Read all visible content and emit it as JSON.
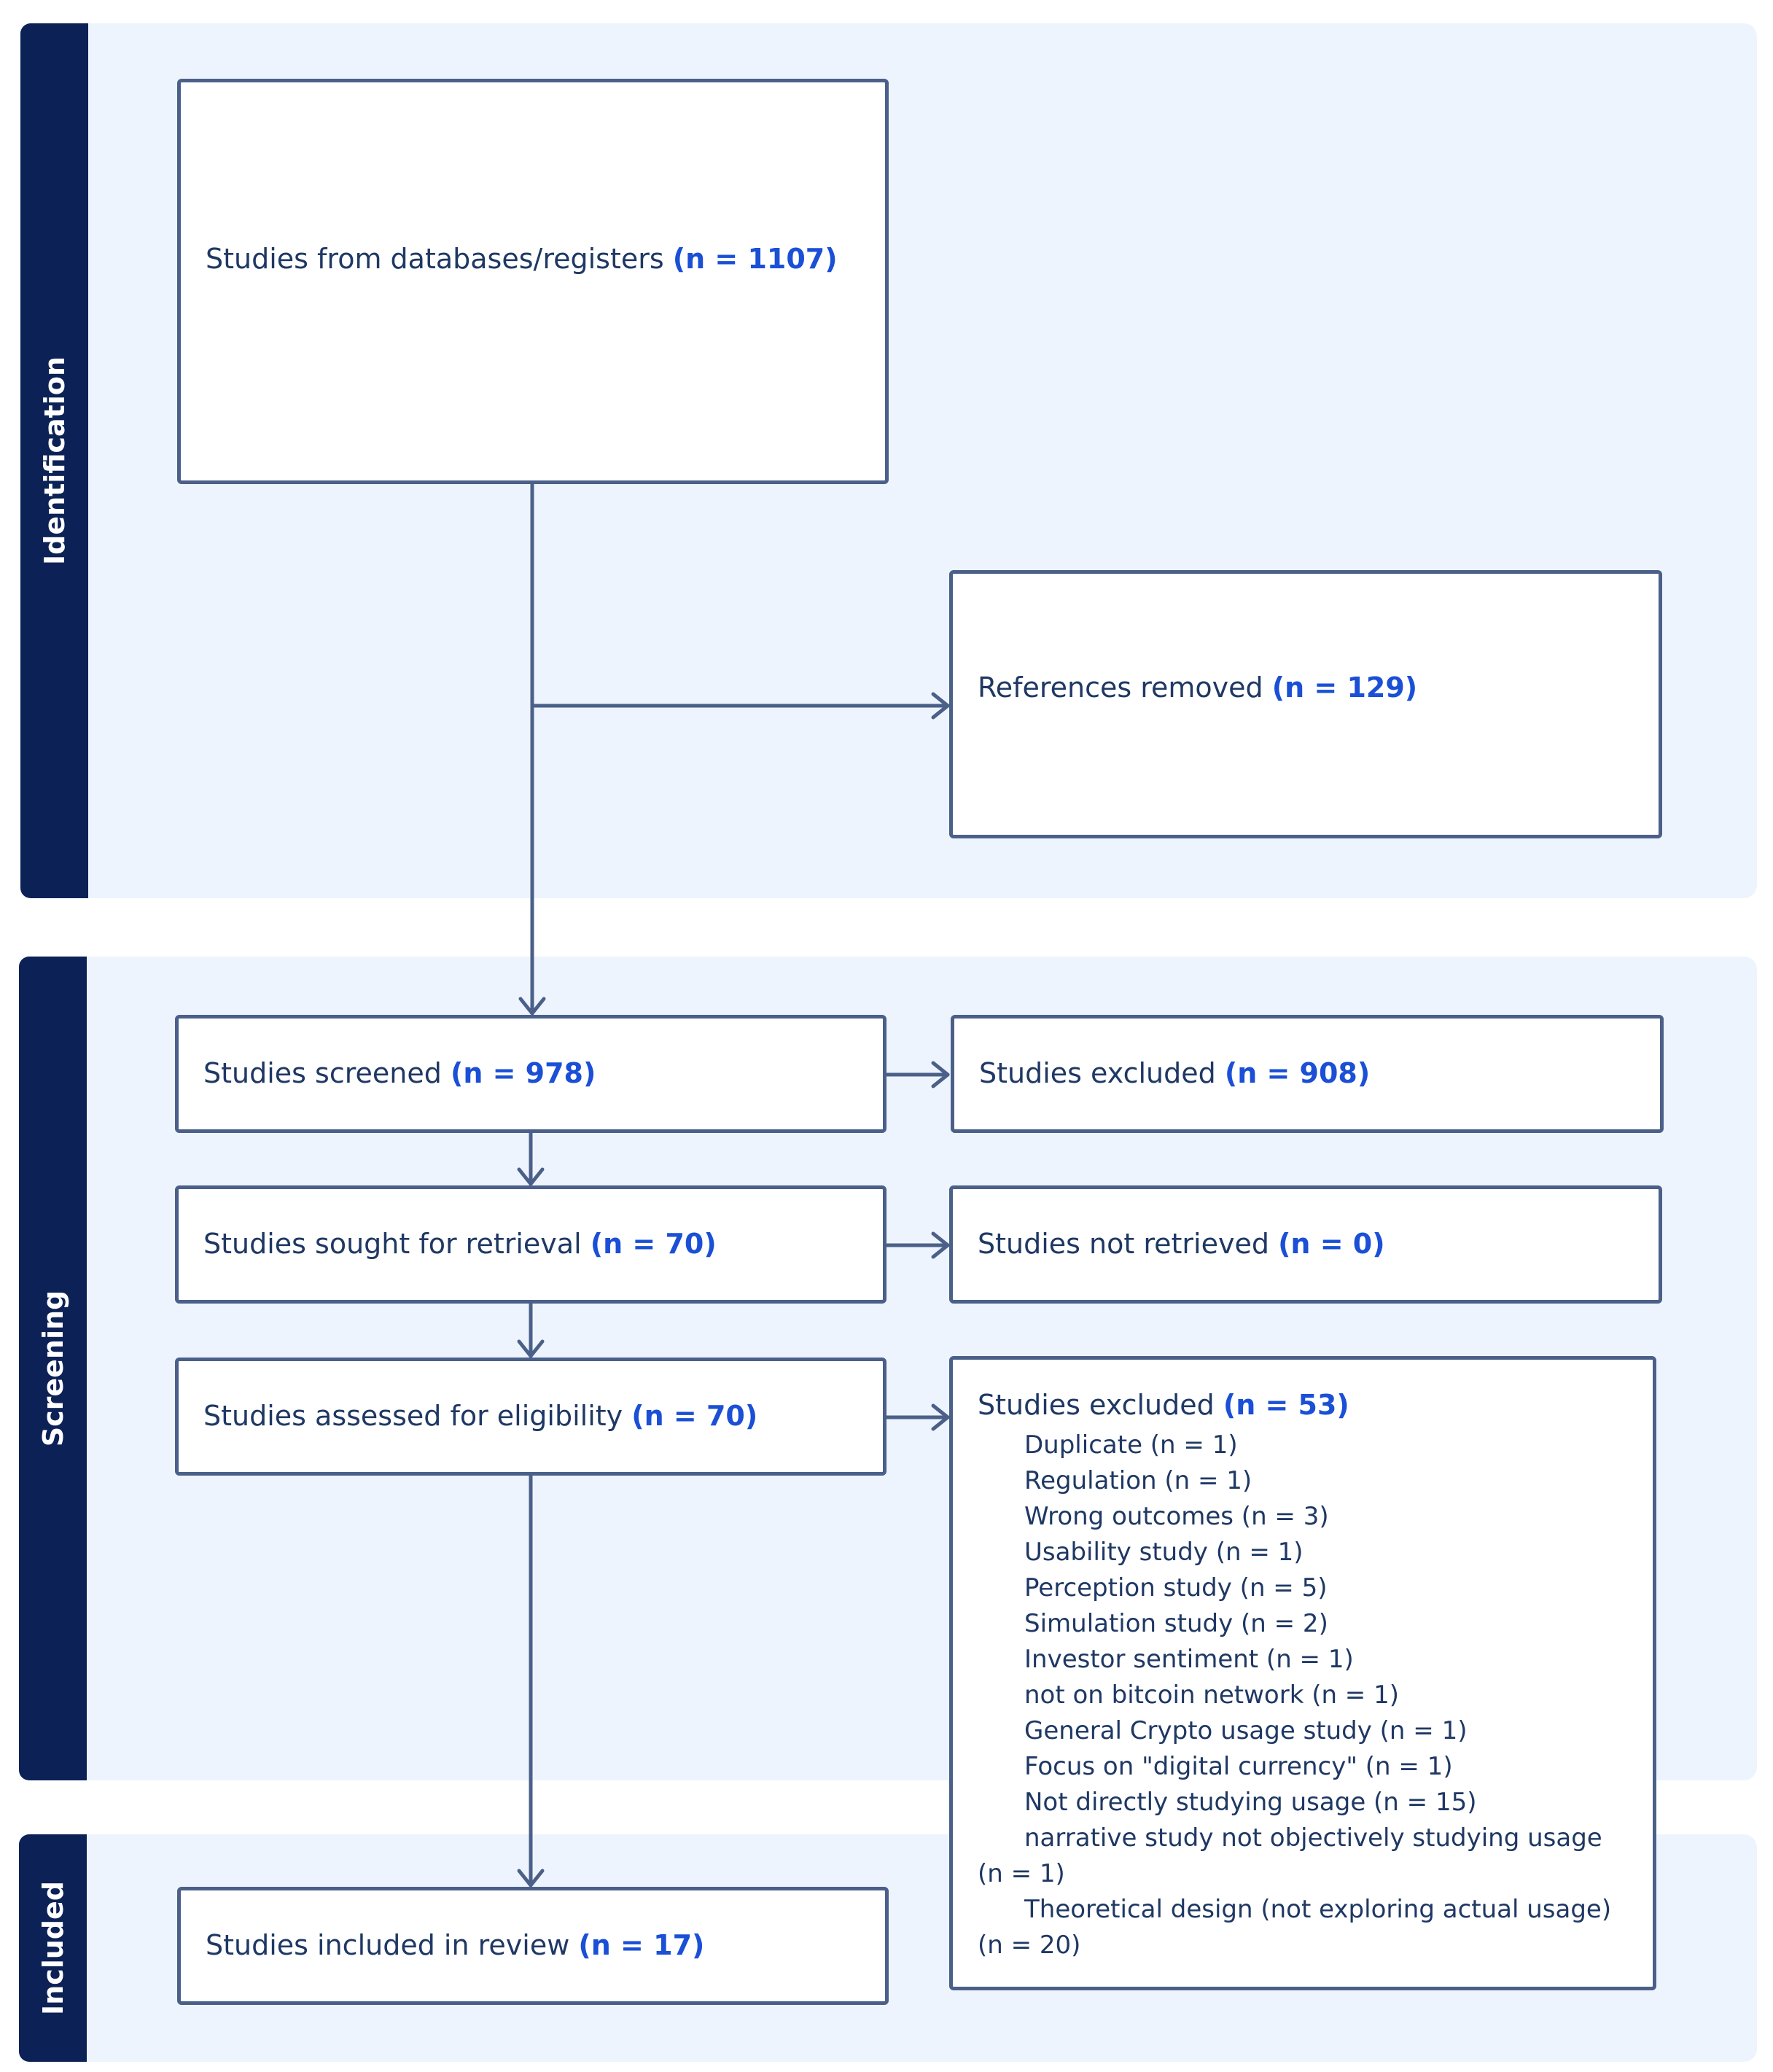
{
  "phases": {
    "identification": "Identification",
    "screening": "Screening",
    "included": "Included"
  },
  "boxes": {
    "databases": {
      "label": "Studies from databases/registers",
      "count": "(n = 1107)"
    },
    "removed": {
      "label": "References removed",
      "count": "(n = 129)"
    },
    "screened": {
      "label": "Studies screened",
      "count": "(n = 978)"
    },
    "excluded_screening": {
      "label": "Studies excluded",
      "count": "(n = 908)"
    },
    "retrieval": {
      "label": "Studies sought for retrieval",
      "count": "(n = 70)"
    },
    "not_retrieved": {
      "label": "Studies not retrieved",
      "count": "(n = 0)"
    },
    "eligibility": {
      "label": "Studies assessed for eligibility",
      "count": "(n = 70)"
    },
    "excluded_eligibility": {
      "label": "Studies excluded",
      "count": "(n = 53)",
      "reasons": [
        "Duplicate (n = 1)",
        "Regulation (n = 1)",
        "Wrong outcomes (n = 3)",
        "Usability study (n = 1)",
        "Perception study (n = 5)",
        "Simulation study (n = 2)",
        "Investor sentiment (n = 1)",
        "not on bitcoin network (n = 1)",
        "General Crypto usage study (n = 1)",
        "Focus on \"digital currency\" (n = 1)",
        "Not directly studying usage (n = 15)",
        "narrative study not objectively studying usage (n = 1)",
        "Theoretical design (not exploring actual usage) (n = 20)"
      ]
    },
    "included": {
      "label": "Studies included in review",
      "count": "(n = 17)"
    }
  },
  "colors": {
    "band_background": "#eef4fd",
    "phase_label": "#0c2257",
    "box_border": "#4b6089",
    "count_text": "#1a4fd6",
    "text": "#1f3864"
  }
}
